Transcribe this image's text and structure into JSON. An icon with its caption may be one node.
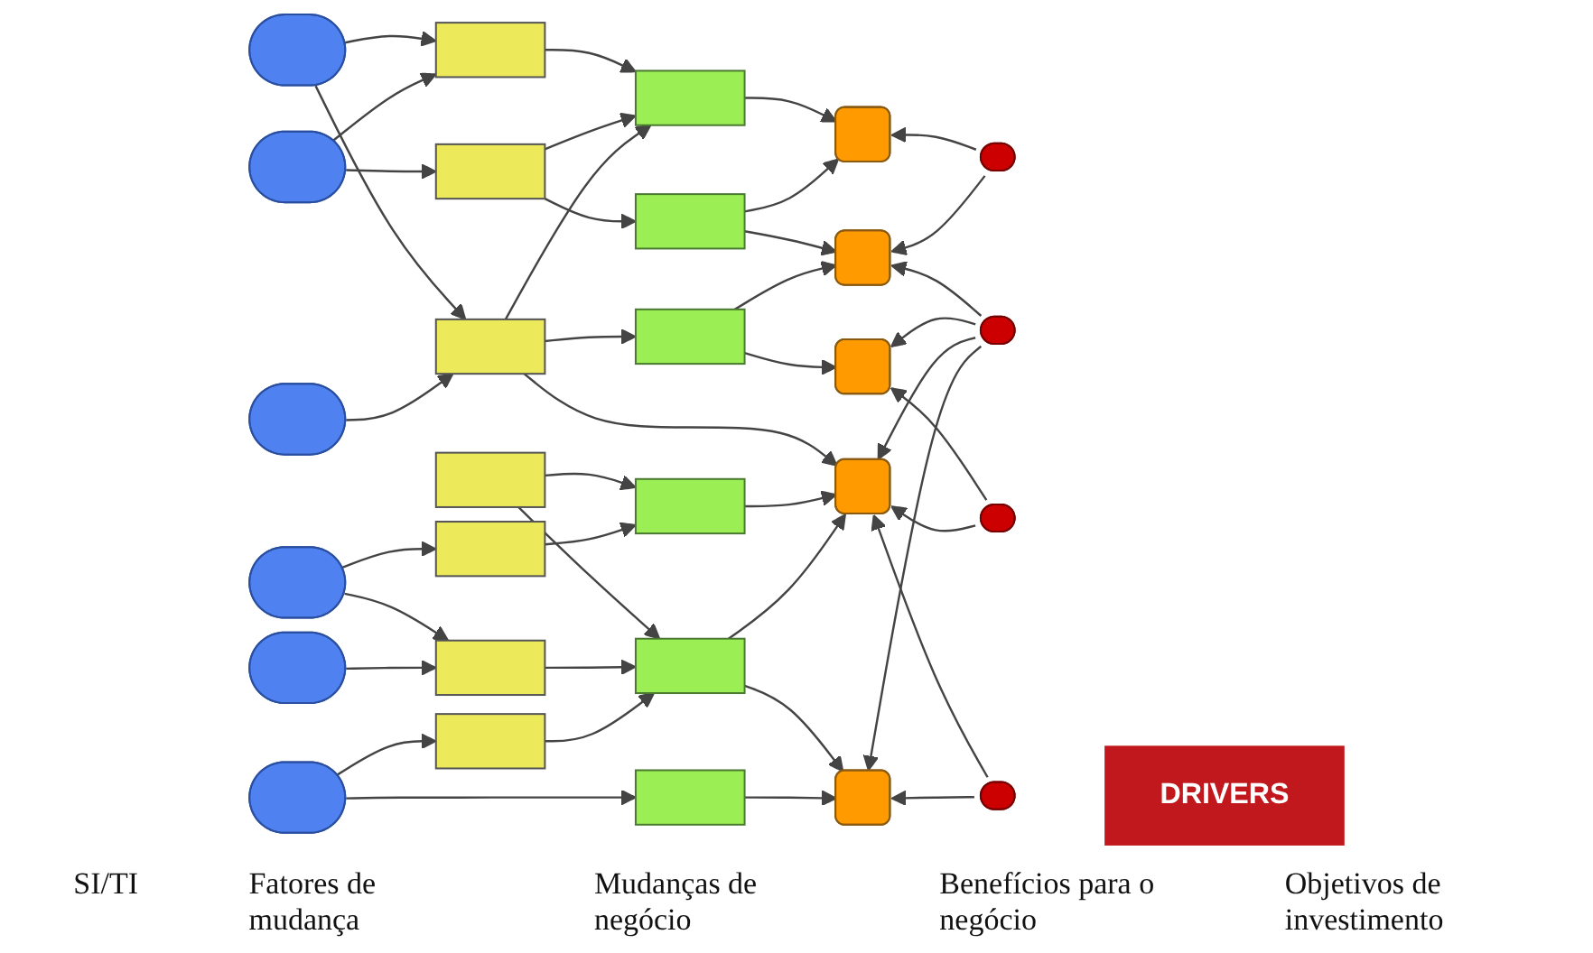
{
  "diagram": {
    "nodes": [
      {
        "text": [],
        "shape": "ellipse"
      },
      {
        "text": [],
        "shape": "ellipse"
      },
      {
        "text": [],
        "shape": "ellipse"
      },
      {
        "text": [],
        "shape": "ellipse"
      },
      {
        "text": [],
        "shape": "ellipse"
      },
      {
        "text": [],
        "shape": "ellipse"
      },
      {
        "text": [],
        "shape": "box"
      },
      {
        "text": [],
        "shape": "box"
      },
      {
        "text": [],
        "shape": "box"
      },
      {
        "text": [],
        "shape": "box"
      },
      {
        "text": [],
        "shape": "box"
      },
      {
        "text": [],
        "shape": "box"
      },
      {
        "text": [],
        "shape": "box"
      },
      {
        "text": [],
        "shape": "box"
      },
      {
        "text": [],
        "shape": "box"
      },
      {
        "text": [],
        "shape": "box"
      },
      {
        "text": [],
        "shape": "box"
      },
      {
        "text": [],
        "shape": "box"
      },
      {
        "text": [],
        "shape": "box"
      },
      {
        "text": [],
        "shape": "box"
      },
      {
        "text": [],
        "shape": "box"
      },
      {
        "text": [],
        "shape": "box"
      },
      {
        "text": [],
        "shape": "box"
      },
      {
        "text": [],
        "shape": "box"
      },
      {
        "text": [],
        "shape": "ellipse"
      },
      {
        "text": [],
        "shape": "ellipse"
      },
      {
        "text": [],
        "shape": "ellipse"
      },
      {
        "text": [],
        "shape": "ellipse"
      },
      {
        "text": [
          "DRIVERS"
        ]
      }
    ],
    "edges": [
      {
        "from": 0,
        "to": 6,
        "arrow": "to"
      },
      {
        "from": 0,
        "to": 8,
        "arrow": "to"
      },
      {
        "from": 1,
        "to": 6,
        "arrow": "to"
      },
      {
        "from": 1,
        "to": 7,
        "arrow": "to"
      },
      {
        "from": 2,
        "to": 8,
        "arrow": "to"
      },
      {
        "from": 3,
        "to": 10,
        "arrow": "to"
      },
      {
        "from": 3,
        "to": 11,
        "arrow": "to"
      },
      {
        "from": 4,
        "to": 11,
        "arrow": "to"
      },
      {
        "from": 5,
        "to": 18,
        "arrow": "to"
      },
      {
        "from": 5,
        "to": 12,
        "arrow": "to"
      },
      {
        "from": 6,
        "to": 13,
        "arrow": "to"
      },
      {
        "from": 7,
        "to": 13,
        "arrow": "to"
      },
      {
        "from": 7,
        "to": 14,
        "arrow": "to"
      },
      {
        "from": 8,
        "to": 13,
        "arrow": "to"
      },
      {
        "from": 8,
        "to": 15,
        "arrow": "to"
      },
      {
        "from": 8,
        "to": 22,
        "arrow": "to"
      },
      {
        "from": 9,
        "to": 16,
        "arrow": "to"
      },
      {
        "from": 9,
        "to": 17,
        "arrow": "to"
      },
      {
        "from": 10,
        "to": 16,
        "arrow": "to"
      },
      {
        "from": 11,
        "to": 17,
        "arrow": "to"
      },
      {
        "from": 12,
        "to": 17,
        "arrow": "to"
      },
      {
        "from": 13,
        "to": 19,
        "arrow": "to"
      },
      {
        "from": 14,
        "to": 19,
        "arrow": "to"
      },
      {
        "from": 14,
        "to": 20,
        "arrow": "to"
      },
      {
        "from": 15,
        "to": 20,
        "arrow": "to"
      },
      {
        "from": 15,
        "to": 21,
        "arrow": "to"
      },
      {
        "from": 16,
        "to": 22,
        "arrow": "to"
      },
      {
        "from": 17,
        "to": 22,
        "arrow": "to"
      },
      {
        "from": 17,
        "to": 23,
        "arrow": "to"
      },
      {
        "from": 18,
        "to": 23,
        "arrow": "to"
      },
      {
        "from": 24,
        "to": 19,
        "arrow": "to"
      },
      {
        "from": 24,
        "to": 20,
        "arrow": "to"
      },
      {
        "from": 25,
        "to": 20,
        "arrow": "to"
      },
      {
        "from": 25,
        "to": 21,
        "arrow": "to"
      },
      {
        "from": 25,
        "to": 22,
        "arrow": "to"
      },
      {
        "from": 25,
        "to": 23,
        "arrow": "to"
      },
      {
        "from": 26,
        "to": 21,
        "arrow": "to"
      },
      {
        "from": 26,
        "to": 22,
        "arrow": "to"
      },
      {
        "from": 27,
        "to": 22,
        "arrow": "to"
      },
      {
        "from": 27,
        "to": 23,
        "arrow": "to"
      }
    ],
    "labels": [
      "SI/TI",
      "Fatores de mudança",
      "Mudanças de negócio",
      "Benefícios para o negócio",
      "Objetivos de investimento"
    ]
  }
}
